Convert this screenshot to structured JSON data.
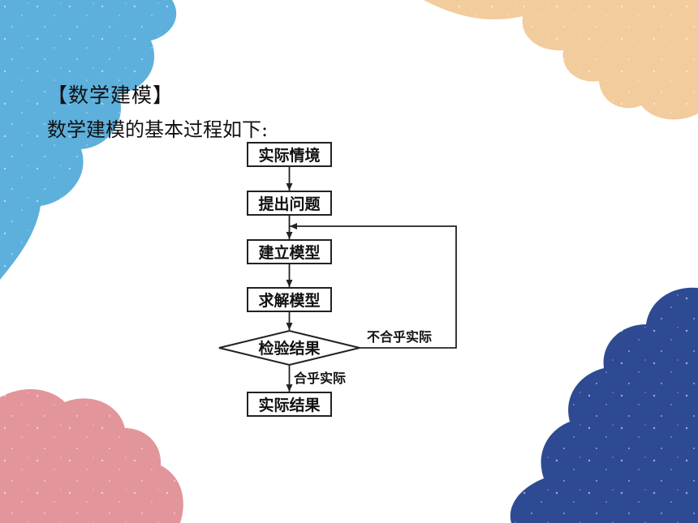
{
  "heading": "【数学建模】",
  "intro": "数学建模的基本过程如下:",
  "flowchart": {
    "steps": [
      "实际情境",
      "提出问题",
      "建立模型",
      "求解模型"
    ],
    "decision": "检验结果",
    "result": "实际结果",
    "yes_label": "合乎实际",
    "no_label": "不合乎实际"
  },
  "colors": {
    "blob_top_left": "#5db0dc",
    "blob_top_right": "#f2cc9c",
    "blob_bottom_left": "#e2959a",
    "blob_bottom_right": "#2e4a93"
  }
}
